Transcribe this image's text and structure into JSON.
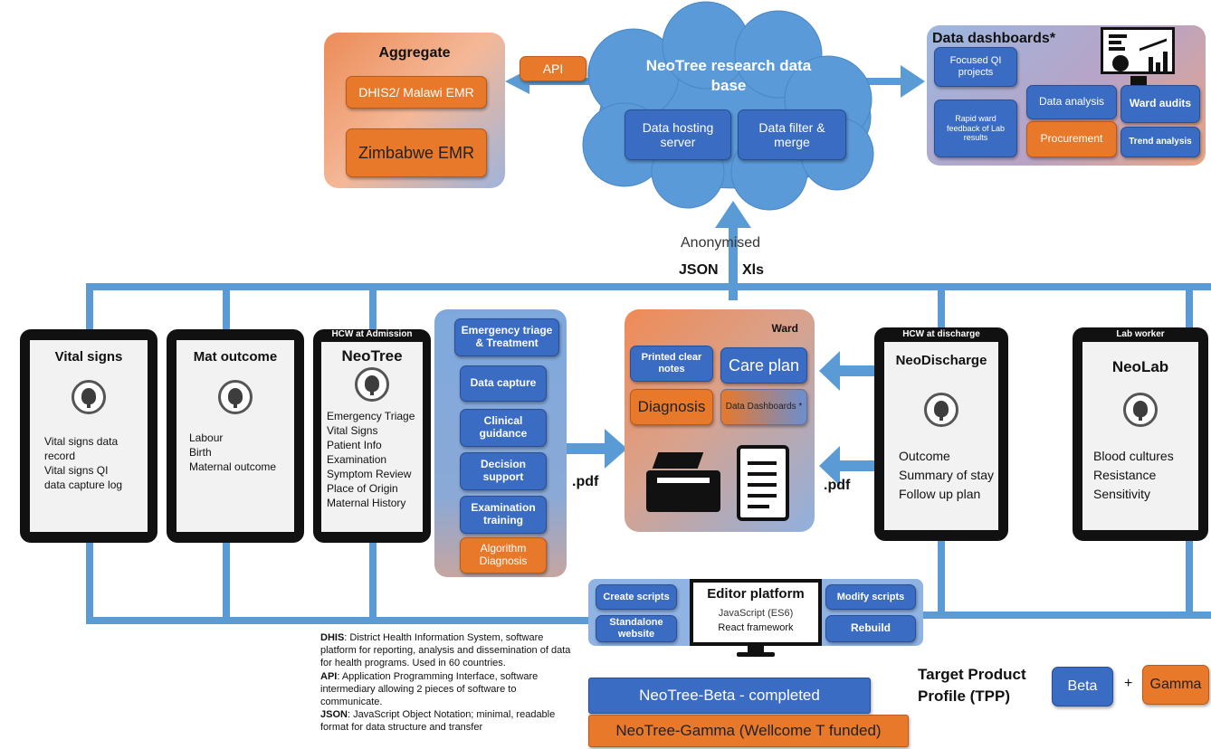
{
  "aggregate": {
    "title": "Aggregate",
    "dhis2": "DHIS2/ Malawi EMR",
    "zimbabwe": "Zimbabwe EMR"
  },
  "api_label": "API",
  "cloud": {
    "title": "NeoTree  research data base",
    "hosting": "Data hosting server",
    "filter": "Data filter & merge"
  },
  "dashboards": {
    "title": "Data dashboards*",
    "focused": "Focused QI projects",
    "rapid": "Rapid ward feedback of Lab results",
    "analysis": "Data analysis",
    "audits": "Ward audits",
    "procurement": "Procurement",
    "trend": "Trend analysis"
  },
  "flow_labels": {
    "anonymised": "Anonymised",
    "json": "JSON",
    "xls": "Xls",
    "pdf_left": ".pdf",
    "pdf_right": ".pdf"
  },
  "devices": {
    "vital": {
      "title": "Vital signs",
      "lines": "Vital signs data\nrecord\nVital signs QI\ndata capture log"
    },
    "mat": {
      "title": "Mat outcome",
      "lines": "Labour\nBirth\nMaternal outcome"
    },
    "neotree": {
      "header": "HCW at Admission",
      "title": "NeoTree",
      "lines": "Emergency Triage\nVital Signs\nPatient Info\nExamination\nSymptom Review\nPlace of Origin\nMaternal History"
    },
    "discharge": {
      "header": "HCW at discharge",
      "title": "NeoDischarge",
      "lines": "Outcome\nSummary of stay\nFollow up plan"
    },
    "lab": {
      "header": "Lab worker",
      "title": "NeoLab",
      "lines": "Blood cultures\nResistance\nSensitivity"
    }
  },
  "features": {
    "triage": "Emergency triage & Treatment",
    "capture": "Data capture",
    "guidance": "Clinical guidance",
    "decision": "Decision support",
    "exam": "Examination training",
    "algorithm": "Algorithm Diagnosis"
  },
  "ward": {
    "title": "Ward",
    "printed": "Printed clear notes",
    "care": "Care plan",
    "diagnosis": "Diagnosis",
    "dashboards": "Data Dashboards *"
  },
  "editor": {
    "create": "Create scripts",
    "standalone": "Standalone website",
    "title": "Editor platform",
    "js": "JavaScript (ES6)",
    "react": "React framework",
    "modify": "Modify scripts",
    "rebuild": "Rebuild"
  },
  "legend": {
    "dhis_term": "DHIS",
    "dhis_def": ": District Health Information System, software platform for reporting, analysis and dissemination of data for health programs. Used in 60 countries.",
    "api_term": "API",
    "api_def": ": Application Programming Interface, software intermediary allowing 2 pieces of software to communicate.",
    "json_term": "JSON",
    "json_def": ": JavaScript Object Notation; minimal, readable format for data structure and transfer"
  },
  "status": {
    "beta": "NeoTree-Beta - completed",
    "gamma": "NeoTree-Gamma (Wellcome T funded)"
  },
  "tpp": {
    "label": "Target Product Profile (TPP)",
    "beta": "Beta",
    "plus": "+",
    "gamma": "Gamma"
  },
  "colors": {
    "blue": "#3a6cc4",
    "orange": "#e8782a",
    "connector": "#5b9bd5",
    "cloud": "#5a9ad8"
  }
}
